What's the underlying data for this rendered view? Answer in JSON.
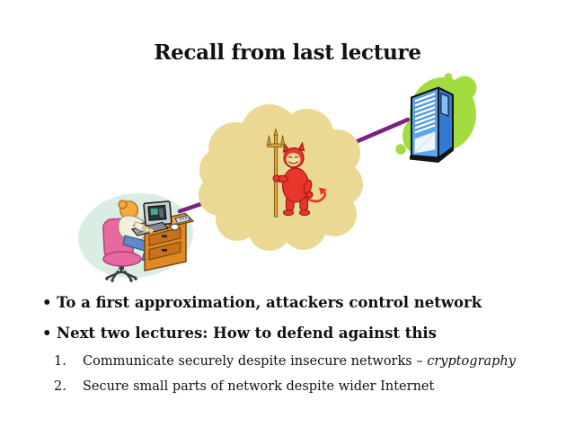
{
  "title": "Recall from last lecture",
  "glyphs": {
    "bullet": "•"
  },
  "bullets": [
    {
      "label": "To a first approximation, attackers control network"
    },
    {
      "label": "Next two lectures: How to defend against this"
    }
  ],
  "numbered_items": [
    {
      "number": "1.",
      "text": "Communicate securely despite insecure networks – ",
      "emphasis": "cryptography"
    },
    {
      "number": "2.",
      "text": "Secure small parts of network despite wider Internet",
      "emphasis": ""
    }
  ],
  "illustration": {
    "left_figure": "woman-at-computer-desk",
    "center_figure": "devil-with-trident-in-network-cloud",
    "right_figure": "server-rack",
    "connectors": "purple-links-user-cloud-server"
  },
  "colors": {
    "text": "#111111",
    "link_line": "#7B2181",
    "cloud": "#EBD993",
    "devil_suit": "#E8362D",
    "devil_face": "#FBDCA4",
    "trident_gold": "#D9A33A",
    "server_blob_green": "#A3DC3F",
    "server_front_blue": "#57A7F2",
    "server_side_blue": "#2F7BD4",
    "workstation_blob_mint": "#D9EDE3",
    "chair_pink": "#E7699F",
    "desk_top_orange": "#F2A444",
    "desk_front_orange": "#E08A24",
    "drawer_orange": "#C9711A",
    "jeans_blue": "#5E8AC7",
    "hair_orange": "#F6A93C",
    "shirt_cream": "#F3EDDA"
  }
}
